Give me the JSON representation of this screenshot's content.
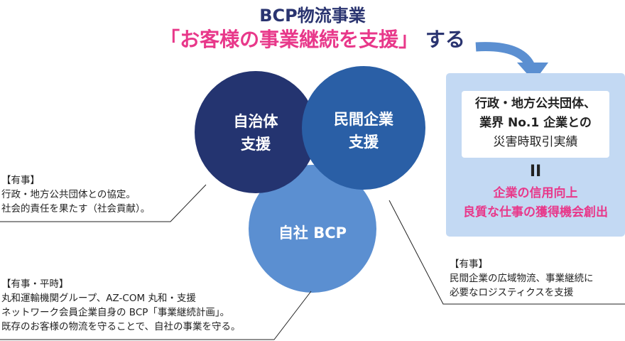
{
  "title": {
    "line1": "BCP物流事業",
    "highlight": "「お客様の事業継続を支援」",
    "suffix": " する"
  },
  "circles": {
    "municipal": {
      "line1": "自治体",
      "line2": "支援"
    },
    "private": {
      "line1": "民間企業",
      "line2": "支援"
    },
    "own": {
      "label": "自社 BCP"
    }
  },
  "notes": {
    "municipal": [
      "【有事】",
      "行政・地方公共団体との協定。",
      "社会的責任を果たす（社会貢献）。"
    ],
    "own": [
      "【有事・平時】",
      "丸和運輸機関グループ、AZ-COM 丸和・支援",
      "ネットワーク会員企業自身の BCP「事業継続計画」。",
      "既存のお客様の物流を守ることで、自社の事業を守る。"
    ],
    "private": [
      "【有事】",
      "民間企業の広域物流、事業継続に",
      "必要なロジスティクスを支援"
    ]
  },
  "result_box": {
    "line1": "行政・地方公共団体、",
    "line2": "業界 No.1 企業との",
    "line3": "災害時取引実績",
    "equals": "II",
    "benefit1": "企業の信用向上",
    "benefit2": "良質な仕事の獲得機会創出"
  },
  "colors": {
    "navy": "#243470",
    "mid_blue": "#2a5fa6",
    "light_blue": "#5b8fd1",
    "box_bg": "#c3d9f3",
    "pink": "#e8388a"
  }
}
